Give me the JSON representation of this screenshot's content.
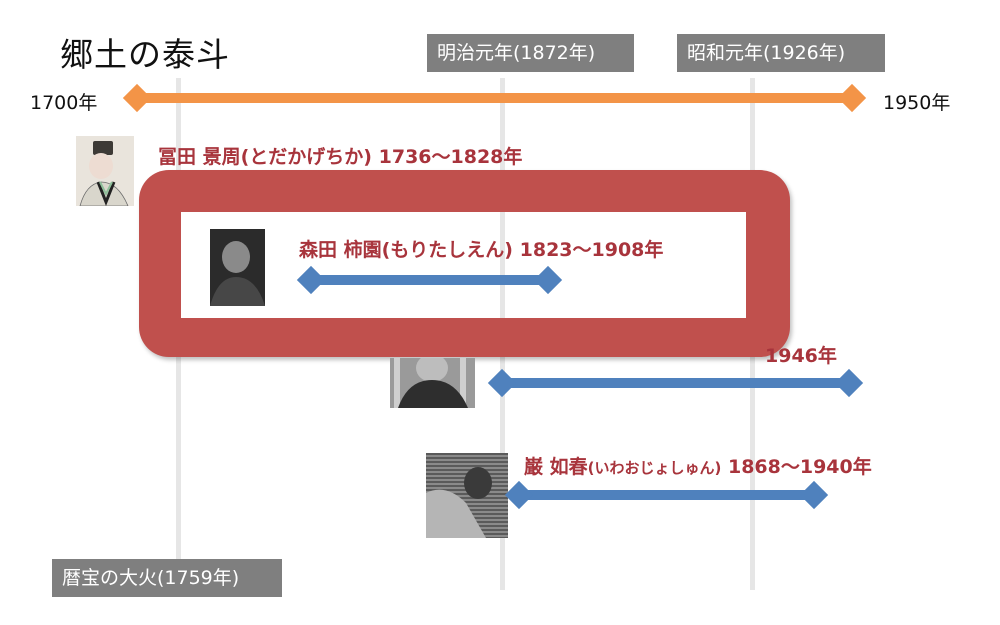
{
  "title": "郷土の泰斗",
  "axis": {
    "start_label": "1700年",
    "end_label": "1950年",
    "color": "#f39447"
  },
  "eras": [
    {
      "label": "明治元年(1872年)"
    },
    {
      "label": "昭和元年(1926年)"
    },
    {
      "label": "暦宝の大火(1759年)"
    }
  ],
  "people": [
    {
      "name": "冨田 景周",
      "reading": "(とだかげちか)",
      "years": "1736～1828年",
      "portrait": "painted-portrait"
    },
    {
      "name": "森田 柿園",
      "reading": "(もりたしえん)",
      "years": "1823～1908年",
      "portrait": "photo-portrait",
      "highlighted": true
    },
    {
      "name_visible_fragment": "1946年",
      "portrait": "photo-portrait"
    },
    {
      "name": "巌 如春",
      "reading": "(いわおじょしゅん)",
      "years": "1868～1940年",
      "portrait": "photo-portrait"
    }
  ],
  "colors": {
    "highlight_frame": "#c0504d",
    "lifespan_bar": "#4f81bd",
    "name_text": "#a8343c",
    "era_box": "#7f7f7f"
  }
}
